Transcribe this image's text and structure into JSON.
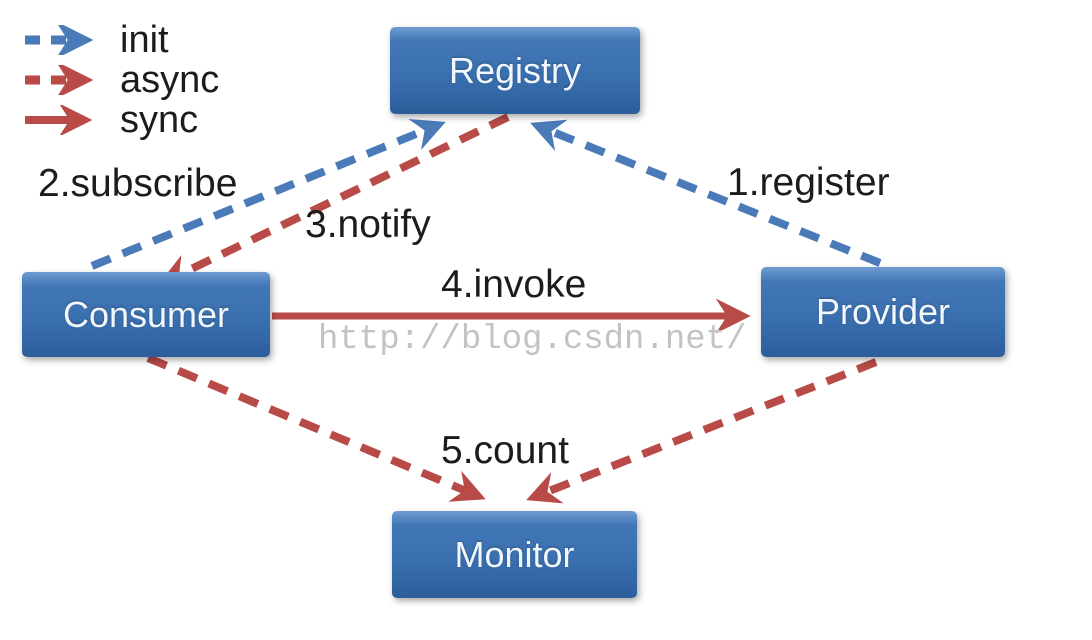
{
  "diagram": {
    "legend": {
      "items": [
        {
          "id": "init",
          "label": "init",
          "line_style": "dashed",
          "color": "#4a7ab8"
        },
        {
          "id": "async",
          "label": "async",
          "line_style": "dashed",
          "color": "#b84b47"
        },
        {
          "id": "sync",
          "label": "sync",
          "line_style": "solid",
          "color": "#b84b47"
        }
      ]
    },
    "nodes": [
      {
        "id": "registry",
        "label": "Registry"
      },
      {
        "id": "consumer",
        "label": "Consumer"
      },
      {
        "id": "provider",
        "label": "Provider"
      },
      {
        "id": "monitor",
        "label": "Monitor"
      }
    ],
    "edges": [
      {
        "id": "register",
        "label": "1.register",
        "type": "init",
        "from": "provider",
        "to": "registry"
      },
      {
        "id": "subscribe",
        "label": "2.subscribe",
        "type": "init",
        "from": "consumer",
        "to": "registry"
      },
      {
        "id": "notify",
        "label": "3.notify",
        "type": "async",
        "from": "registry",
        "to": "consumer"
      },
      {
        "id": "invoke",
        "label": "4.invoke",
        "type": "sync",
        "from": "consumer",
        "to": "provider"
      },
      {
        "id": "count",
        "label": "5.count",
        "type": "async",
        "from": "consumer, provider",
        "to": "monitor"
      }
    ],
    "watermark": "http://blog.csdn.net/",
    "colors": {
      "node_blue_top": "#6f9cd2",
      "node_blue": "#3a70b0",
      "node_blue_bottom": "#2c5e9b",
      "arrow_blue": "#4a7ab8",
      "arrow_red": "#b84b47",
      "label_text": "#1c1c1c",
      "node_text": "#f2f7fd",
      "watermark_gray": "#c3c3c3"
    }
  }
}
